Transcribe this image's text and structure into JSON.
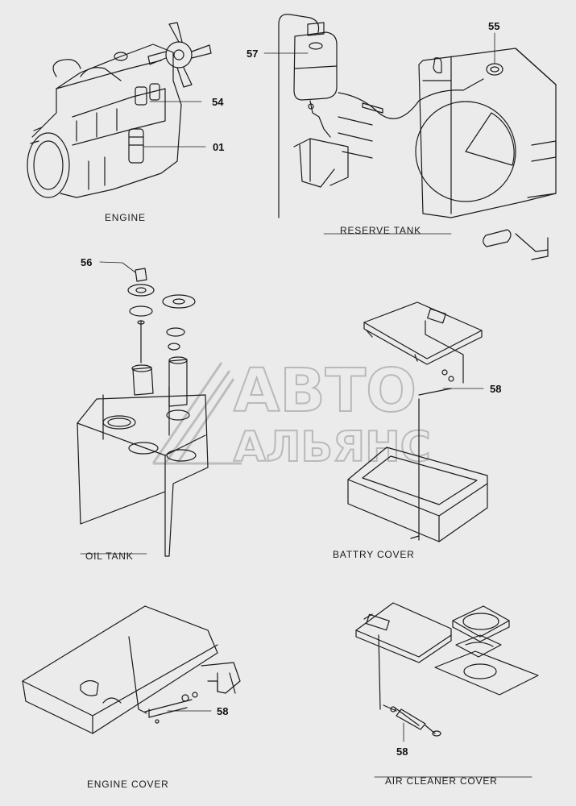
{
  "sections": {
    "engine": "ENGINE",
    "reserve_tank": "RESERVE TANK",
    "oil_tank": "OIL TANK",
    "battery_cover": "BATTRY COVER",
    "engine_cover": "ENGINE COVER",
    "air_cleaner_cover": "AIR CLEANER COVER"
  },
  "callouts": {
    "c54": "54",
    "c01": "01",
    "c57": "57",
    "c55": "55",
    "c56": "56",
    "c58_battery": "58",
    "c58_engine_cover": "58",
    "c58_air_cleaner": "58"
  },
  "watermark": {
    "line1": "АВТО",
    "line2": "АЛЬЯНС"
  }
}
